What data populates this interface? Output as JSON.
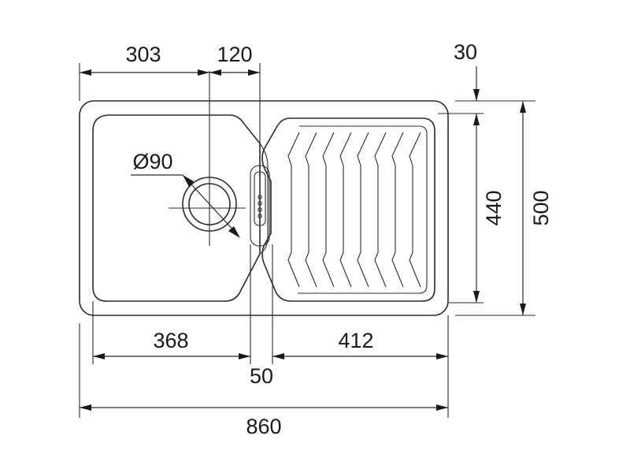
{
  "drawing": {
    "dimensions": {
      "bowl_width": "303",
      "drain_gap": "120",
      "rim_offset": "30",
      "drainer_height": "440",
      "total_height": "500",
      "drain_diameter": "Ø90",
      "bowl_inner": "368",
      "overflow_width": "50",
      "drainer_width": "412",
      "total_width": "860"
    }
  }
}
